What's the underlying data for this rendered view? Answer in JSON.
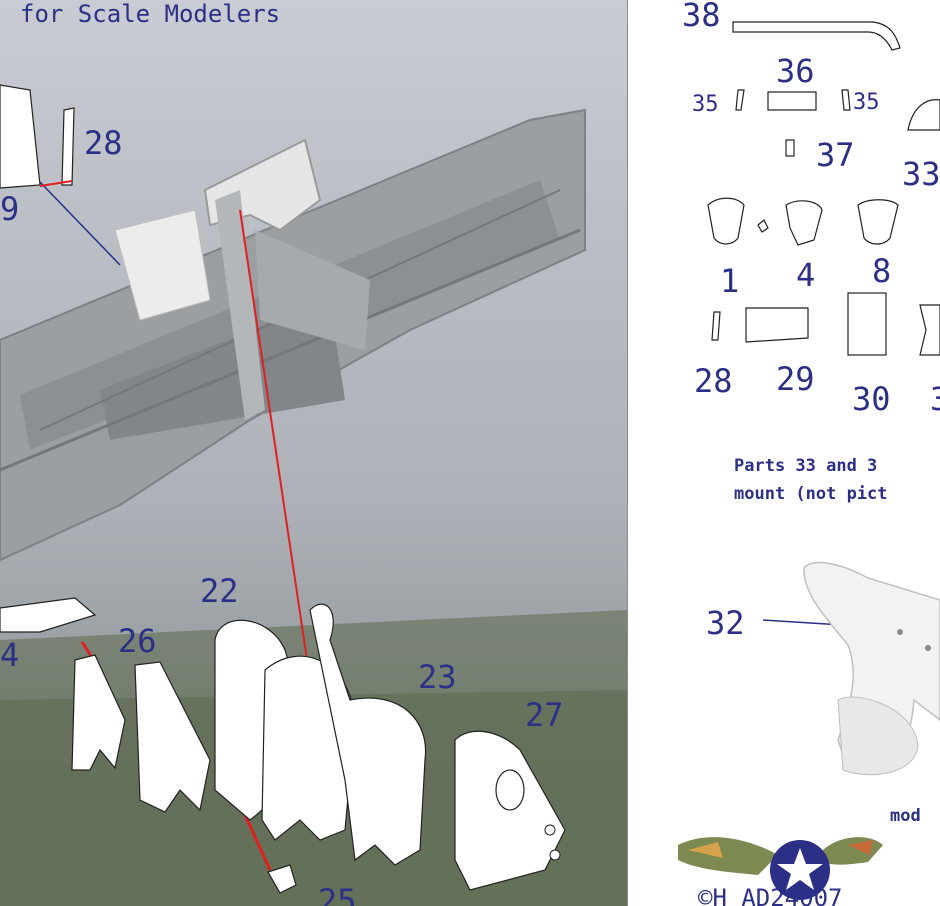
{
  "header": {
    "subtitle": "for Scale Modelers"
  },
  "left_labels": {
    "p28": "28",
    "p29_partial": "9",
    "p22": "22",
    "p26": "26",
    "p24_partial": "4",
    "p23": "23",
    "p27": "27",
    "p25": "25"
  },
  "right_labels": {
    "p38": "38",
    "p36": "36",
    "p35a": "35",
    "p35b": "35",
    "p37": "37",
    "p33_partial": "33",
    "p1": "1",
    "p4": "4",
    "p8": "8",
    "p28": "28",
    "p29": "29",
    "p30": "30",
    "p3_partial": "3",
    "p32": "32"
  },
  "notes": {
    "line1": "Parts 33 and 3",
    "line2": "mount (not pict",
    "model_caption": "mod"
  },
  "footer": {
    "copyright_partial": "©H  AD24007"
  },
  "colors": {
    "ink": "#2b2f86",
    "red": "#e02020",
    "outline": "#1a1a1a"
  }
}
